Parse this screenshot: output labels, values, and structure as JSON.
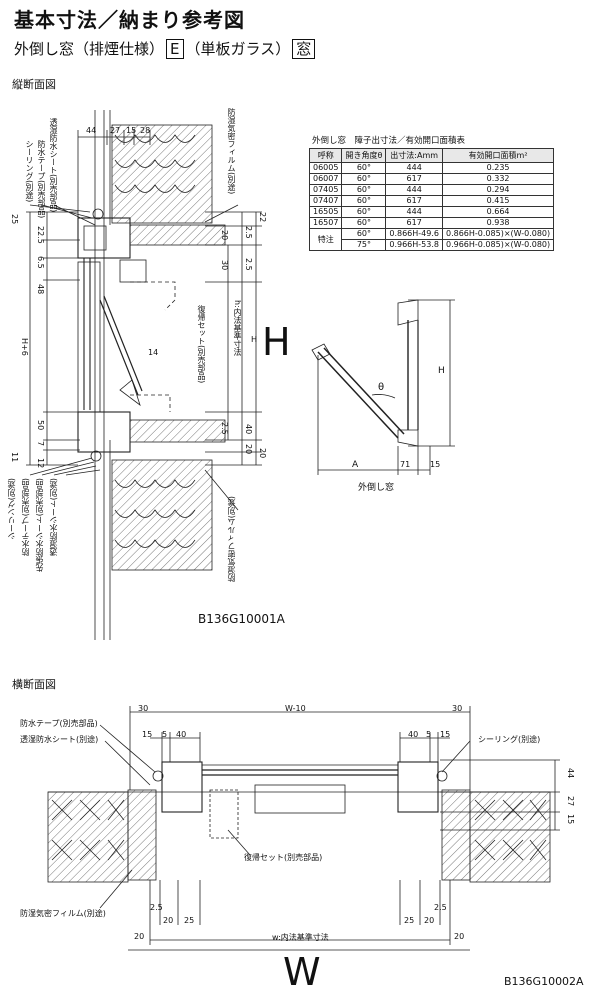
{
  "title": "基本寸法／納まり参考図",
  "subtitle": {
    "prefix": "外倒し窓（排煙仕様）",
    "box1": "E",
    "middle": "（単板ガラス）",
    "box2": "窓"
  },
  "sections": {
    "vertical": "縦断面図",
    "horizontal": "横断面図"
  },
  "drawing_codes": {
    "vertical": "B136G10001A",
    "horizontal": "B136G10002A"
  },
  "big_labels": {
    "h": "H",
    "w": "W"
  },
  "table": {
    "caption": "外倒し窓　障子出寸法／有効開口面積表",
    "headers": [
      "呼称",
      "開き角度θ",
      "出寸法:Amm",
      "有効開口面積m²"
    ],
    "rows": [
      [
        "06005",
        "60°",
        "444",
        "0.235"
      ],
      [
        "06007",
        "60°",
        "617",
        "0.332"
      ],
      [
        "07405",
        "60°",
        "444",
        "0.294"
      ],
      [
        "07407",
        "60°",
        "617",
        "0.415"
      ],
      [
        "16505",
        "60°",
        "444",
        "0.664"
      ],
      [
        "16507",
        "60°",
        "617",
        "0.938"
      ]
    ],
    "special": {
      "label": "特注",
      "rows": [
        [
          "60°",
          "0.866H-49.6",
          "0.866H-0.085)×(W-0.080)"
        ],
        [
          "75°",
          "0.966H-53.8",
          "0.966H-0.085)×(W-0.080)"
        ]
      ]
    }
  },
  "vertical_section": {
    "top_labels": [
      "シーリング(別途)",
      "防水テープ(別売部品)",
      "透湿防水シート(別売部品)"
    ],
    "film_label_top": "防湿気密フィルム(別途)",
    "bottom_labels": [
      "シーリング(別途)",
      "防水テープ(別売部品)",
      "先張防水シート(別売部品)",
      "透湿防水シート(別途)"
    ],
    "film_label_bottom": "防湿気密フィルム(別途)",
    "return_set": "復帰セット(別売部品)",
    "inner_ref": "h:内法基準寸法",
    "h_plus": "H+6",
    "h": "H",
    "dims_top": [
      "44",
      "27",
      "15",
      "28"
    ],
    "dims_left": [
      "25",
      "22.5",
      "6.5",
      "48",
      "50",
      "7",
      "11",
      "12"
    ],
    "dims_right": [
      "22",
      "2.5",
      "20",
      "30",
      "2.5",
      "40",
      "2.5",
      "20",
      "20"
    ],
    "num_14": "14"
  },
  "opening_diagram": {
    "theta": "θ",
    "h": "H",
    "a": "A",
    "d71": "71",
    "d15": "15",
    "caption": "外倒し窓"
  },
  "horizontal_section": {
    "labels_left": [
      "防水テープ(別売部品)",
      "透湿防水シート(別途)"
    ],
    "label_right": "シーリング(別途)",
    "film": "防湿気密フィルム(別途)",
    "return_set": "復帰セット(別売部品)",
    "w_minus": "W-10",
    "w_inner": "w:内法基準寸法",
    "dims_top_left": [
      "30",
      "15",
      "5",
      "40"
    ],
    "dims_top_right": [
      "40",
      "5",
      "15",
      "30"
    ],
    "dims_right": [
      "44",
      "27",
      "15"
    ],
    "dims_bottom": [
      "2.5",
      "20",
      "25",
      "25",
      "20",
      "2.5",
      "20",
      "20"
    ]
  }
}
